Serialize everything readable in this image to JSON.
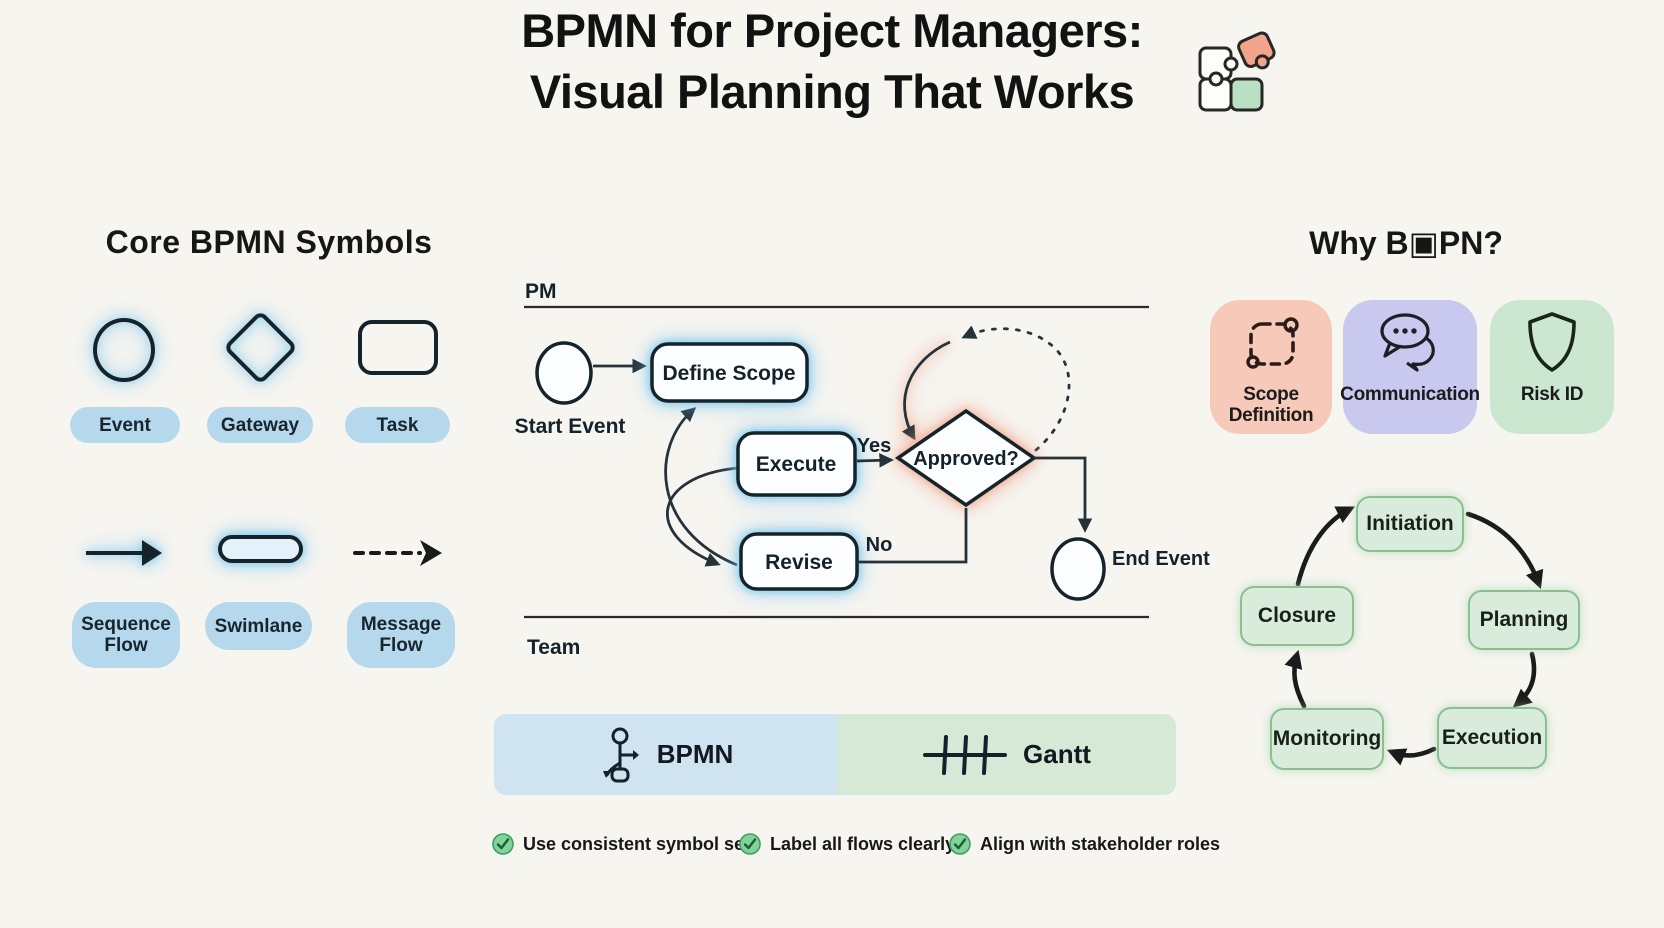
{
  "title": {
    "line1": "BPMN for Project Managers:",
    "line2": "Visual Planning That Works",
    "icon": "puzzle-pieces-icon"
  },
  "symbols_panel": {
    "heading": "Core BPMN Symbols",
    "row1": [
      {
        "symbol": "circle",
        "label": "Event"
      },
      {
        "symbol": "diamond",
        "label": "Gateway"
      },
      {
        "symbol": "rounded-rectangle",
        "label": "Task"
      }
    ],
    "row2": [
      {
        "symbol": "solid-arrow",
        "label": "Sequence Flow"
      },
      {
        "symbol": "pill",
        "label": "Swimlane"
      },
      {
        "symbol": "dashed-arrow",
        "label": "Message Flow"
      }
    ]
  },
  "process_diagram": {
    "lanes": {
      "top": "PM",
      "bottom": "Team"
    },
    "start_event_label": "Start Event",
    "end_event_label": "End Event",
    "tasks": {
      "define_scope": "Define Scope",
      "execute": "Execute",
      "revise": "Revise"
    },
    "gateway": "Approved?",
    "branches": {
      "yes": "Yes",
      "no": "No"
    }
  },
  "comparison": {
    "bpmn": {
      "label": "BPMN",
      "icon": "flowchart-icon"
    },
    "gantt": {
      "label": "Gantt",
      "icon": "gantt-bars-icon"
    }
  },
  "checklist": {
    "icon": "check-circle-icon",
    "items": [
      "Use consistent symbol set",
      "Label all flows clearly",
      "Align with stakeholder roles"
    ]
  },
  "benefits": {
    "heading": "Why B▣PN?",
    "cards": [
      {
        "label": "Scope Definition",
        "icon": "crop-frame-icon",
        "color": "#f6c9b9"
      },
      {
        "label": "Communication",
        "icon": "chat-bubbles-icon",
        "color": "#c9c8ef"
      },
      {
        "label": "Risk ID",
        "icon": "shield-icon",
        "color": "#cbe7d0"
      }
    ]
  },
  "lifecycle": {
    "stages": [
      "Initiation",
      "Planning",
      "Execution",
      "Monitoring",
      "Closure"
    ]
  },
  "colors": {
    "background": "#f7f5f0",
    "text": "#161616",
    "badge_blue": "#b5d8ec",
    "glow_blue": "#6fc3ee",
    "glow_salmon": "#f0a58c",
    "bar_bpmn": "#cfe3f0",
    "bar_gantt": "#d6e9d7",
    "lifecycle_fill": "#d9ecdb",
    "lifecycle_border": "#8abf92",
    "check_green": "#82d39a"
  }
}
